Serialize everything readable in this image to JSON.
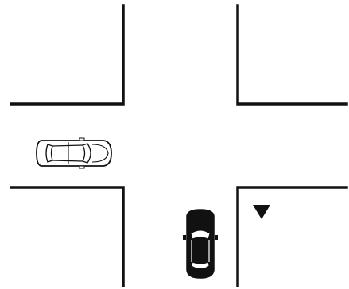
{
  "scene": {
    "kind": "intersection",
    "background_color": "#ffffff",
    "line_color": "#111111"
  },
  "vehicles": [
    {
      "id": "white-car",
      "body_color": "#ffffff",
      "outline_color": "#111111",
      "heading": "east",
      "approach": "west-road"
    },
    {
      "id": "black-car",
      "body_color": "#111111",
      "outline_color": "#111111",
      "heading": "north",
      "approach": "south-road"
    }
  ],
  "signs": [
    {
      "id": "yield-marker",
      "shape": "downward-triangle",
      "color": "#111111",
      "corner": "south-east"
    }
  ]
}
